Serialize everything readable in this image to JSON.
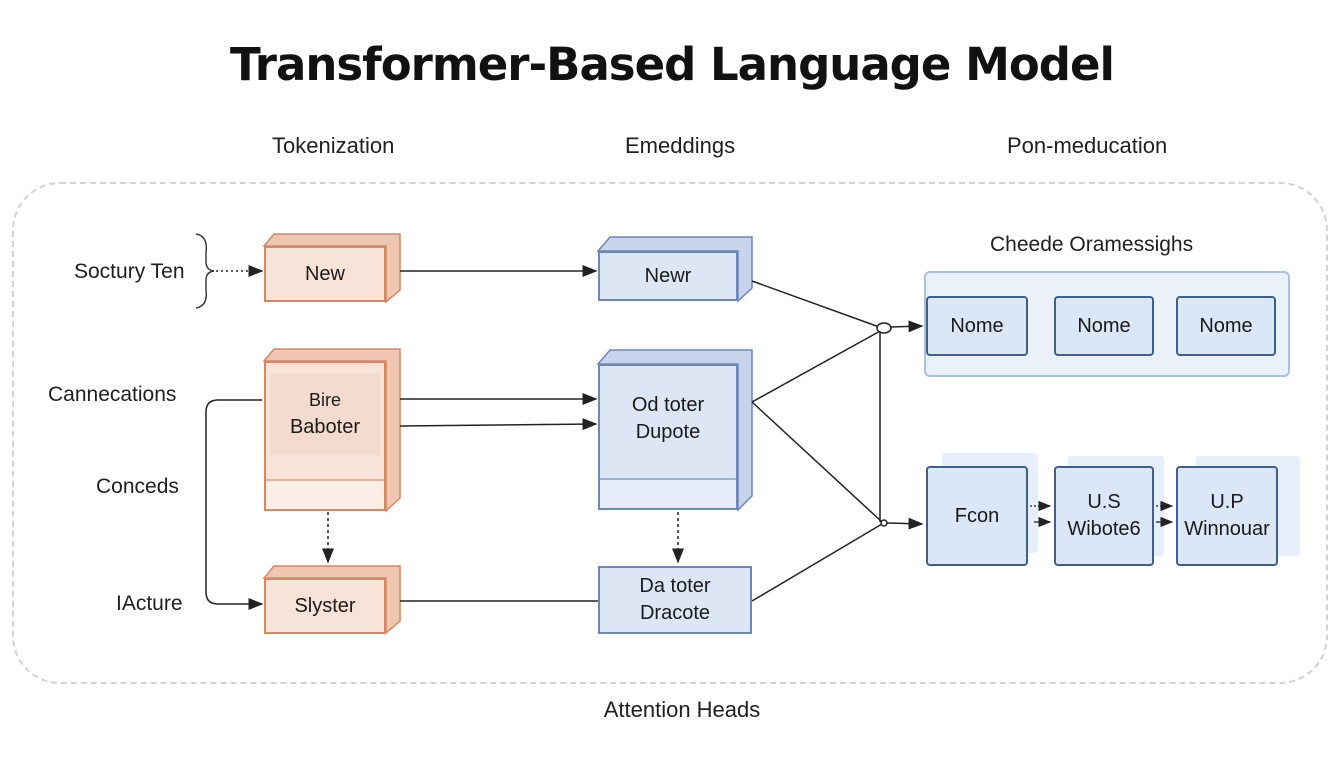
{
  "title": "Transformer-Based Language Model",
  "columns": {
    "tokenization": "Tokenization",
    "embeddings": "Emeddings",
    "output": "Pon-meducation"
  },
  "side_labels": {
    "sentence": "Soctury Ten",
    "connections": "Cannecations",
    "concepts": "Conceds",
    "lecture": "IActure"
  },
  "token_boxes": {
    "new": "New",
    "bire_top": "Bire",
    "bire_bottom": "Baboter",
    "slyster": "Slyster"
  },
  "embed_boxes": {
    "newr": "Newr",
    "od_line1": "Od toter",
    "od_line2": "Dupote",
    "da_line1": "Da toter",
    "da_line2": "Dracote"
  },
  "group": {
    "title": "Cheede Oramessighs",
    "nodes": [
      "Nome",
      "Nome",
      "Nome"
    ]
  },
  "bottom_nodes": {
    "fcon": "Fcon",
    "us_line1": "U.S",
    "us_line2": "Wibote6",
    "up_line1": "U.P",
    "up_line2": "Winnouar"
  },
  "footer": "Attention Heads"
}
